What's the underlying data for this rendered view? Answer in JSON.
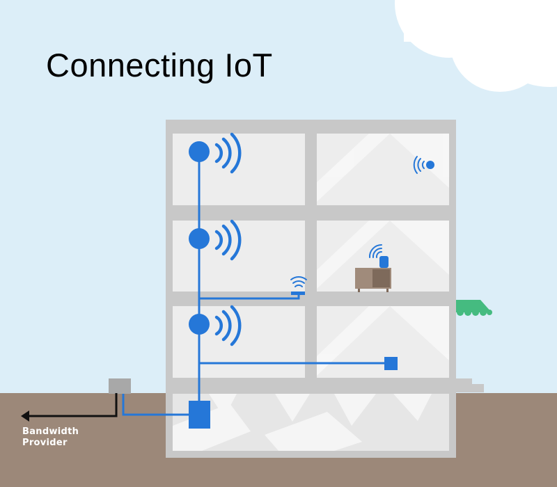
{
  "title": "Connecting IoT",
  "provider_label": {
    "line1": "Bandwidth",
    "line2": "Provider"
  },
  "colors": {
    "sky": "#dceef8",
    "ground": "#9c8879",
    "building": "#c8c8c8",
    "glass": "#eeeeee",
    "network_blue": "#2577d8",
    "awning": "#45bb80",
    "cabinet": "#a08b7b",
    "modem": "#a8a8a8",
    "cloud": "#ffffff"
  },
  "icons": [
    "access-point-icon",
    "wifi-waves-icon",
    "wireless-sensor-icon",
    "smart-speaker-icon",
    "router-icon",
    "wired-device-icon",
    "network-hub-icon",
    "arrow-left-icon"
  ]
}
